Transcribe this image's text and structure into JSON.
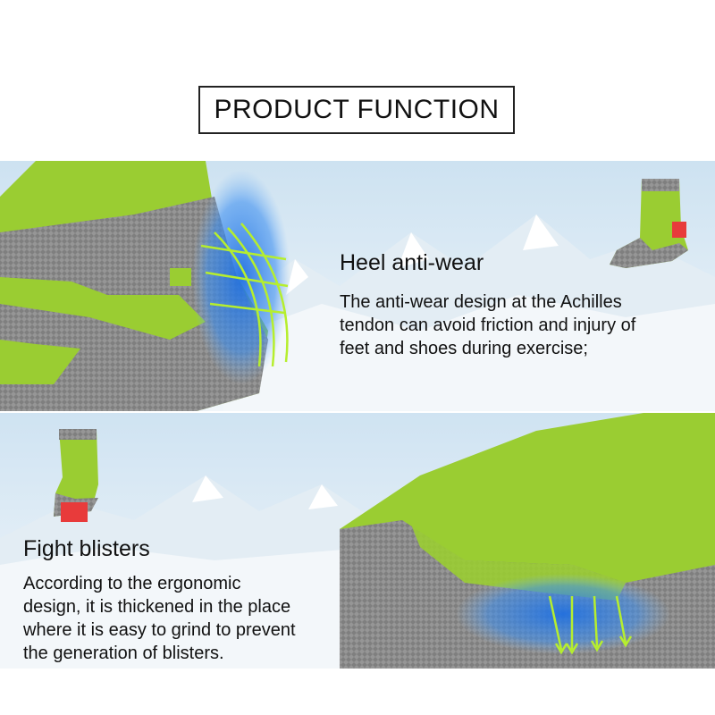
{
  "page": {
    "title": "PRODUCT FUNCTION"
  },
  "features": [
    {
      "heading": "Heel anti-wear",
      "lines": [
        "The anti-wear design at the Achilles",
        "tendon can avoid friction and injury of",
        "feet and shoes during exercise;"
      ]
    },
    {
      "heading": "Fight blisters",
      "lines": [
        "According to the ergonomic",
        "design, it is thickened in the place",
        "where it is easy to grind to prevent",
        "the generation of blisters."
      ]
    }
  ],
  "colors": {
    "sock_green": "#9acd32",
    "sock_gray": "#7a7a7a",
    "highlight_blue": "#2f7fe0",
    "marker_red": "#e83b3b",
    "sky_top": "#cfe3f2",
    "sky_bottom": "#eef5fa"
  }
}
